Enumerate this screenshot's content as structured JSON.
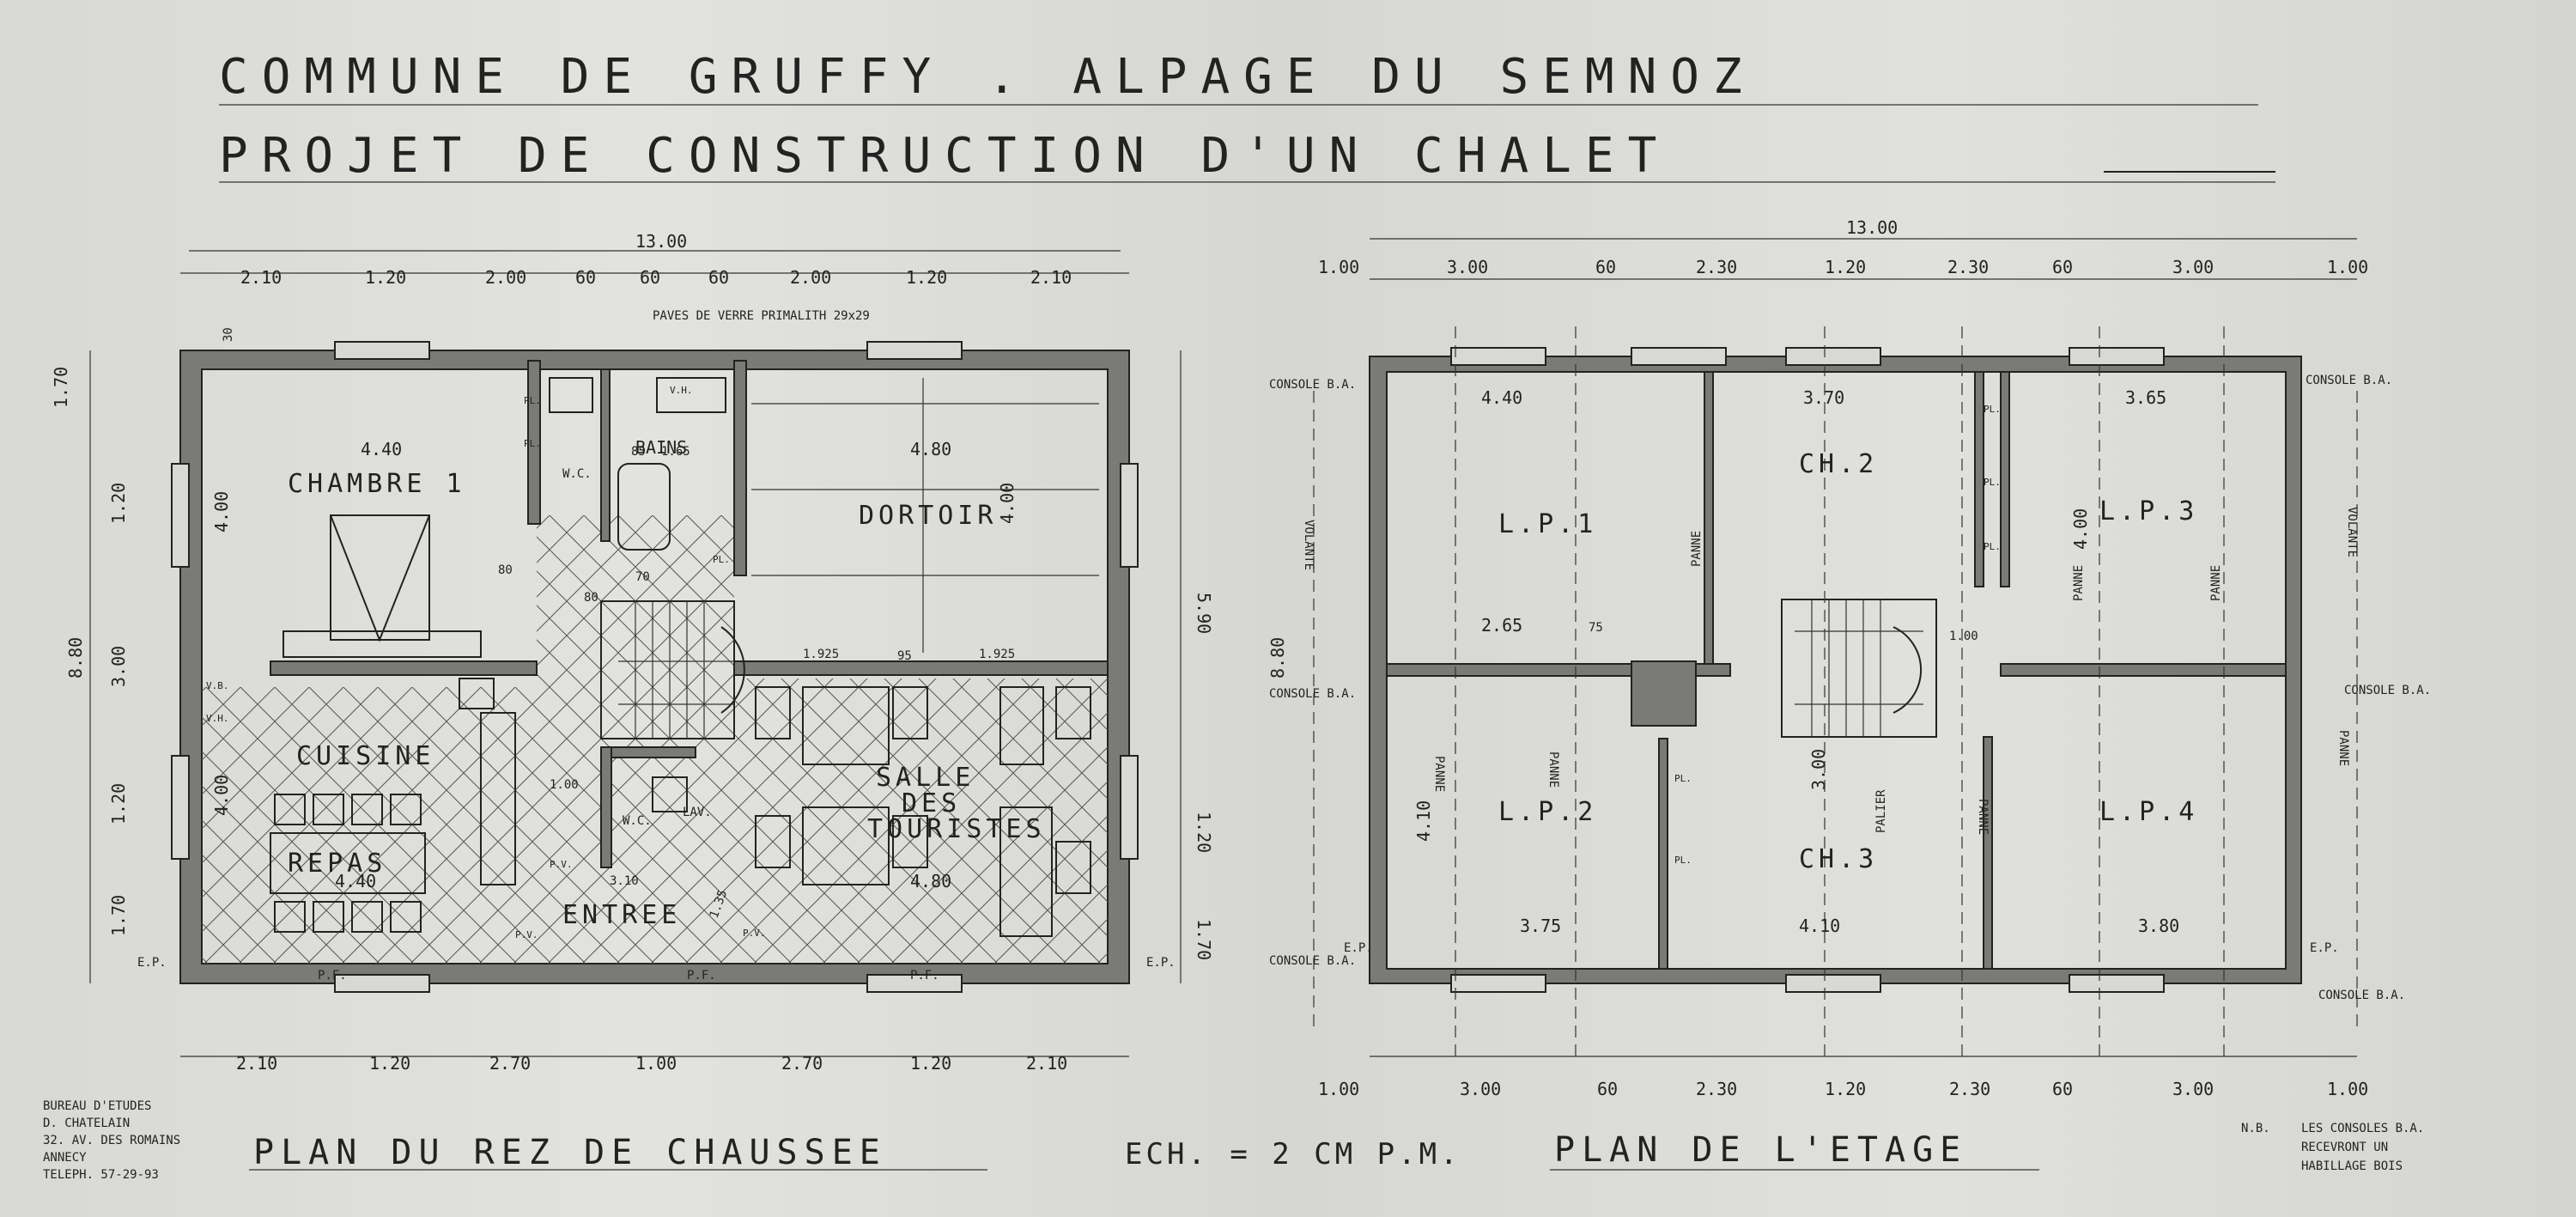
{
  "title": {
    "line1": "COMMUNE DE GRUFFY . ALPAGE DU SEMNOZ",
    "line2": "PROJET DE CONSTRUCTION D'UN CHALET"
  },
  "office": {
    "line1": "BUREAU D'ETUDES",
    "line2": "D. CHATELAIN",
    "line3": "32. AV. DES ROMAINS",
    "line4": "ANNECY",
    "line5": "TELEPH. 57-29-93"
  },
  "plans": {
    "ground": {
      "title": "PLAN DU REZ DE CHAUSSEE",
      "rooms": {
        "chambre": "CHAMBRE 1",
        "dortoir": "DORTOIR",
        "cuisine": "CUISINE",
        "repas": "REPAS",
        "salle1": "SALLE",
        "salle2": "DES",
        "salle3": "TOURISTES",
        "entree": "ENTREE",
        "bains": "BAINS",
        "wc1": "W.C.",
        "wc2": "W.C.",
        "lav": "LAV."
      },
      "glass_note": "PAVES DE VERRE PRIMALITH 29x29",
      "top_dims": [
        "2.10",
        "1.20",
        "2.00",
        "60",
        "60",
        "60",
        "2.00",
        "1.20",
        "2.10"
      ],
      "bottom_dims": [
        "2.10",
        "1.20",
        "2.70",
        "1.00",
        "2.70",
        "1.20",
        "2.10"
      ],
      "total_top": "13.00",
      "left_dims": [
        "1.70",
        "1.20",
        "3.00",
        "1.20",
        "1.70"
      ],
      "left_total": "8.80",
      "right_dims": [
        "5.90",
        "1.20",
        "1.70"
      ],
      "inner": [
        "4.40",
        "4.80",
        "4.00",
        "4.00",
        "4.40",
        "4.80",
        "4.00",
        "1.65",
        "85",
        "80",
        "80",
        "70",
        "3.10",
        "1.00",
        "95",
        "1.925",
        "1.925",
        "1.35",
        "30"
      ],
      "marks": [
        "E.P.",
        "E.P.",
        "P.F.",
        "P.F.",
        "P.F.",
        "P.V.",
        "P.V.",
        "P.V.",
        "V.B.",
        "V.H.",
        "V.H.",
        "PL.",
        "PL.",
        "PL."
      ]
    },
    "upper": {
      "title": "PLAN DE L'ETAGE",
      "rooms": {
        "lp1": "L.P.1",
        "lp2": "L.P.2",
        "lp3": "L.P.3",
        "lp4": "L.P.4",
        "ch2": "CH.2",
        "ch3": "CH.3"
      },
      "top_dims": [
        "1.00",
        "3.00",
        "60",
        "2.30",
        "1.20",
        "2.30",
        "60",
        "3.00",
        "1.00"
      ],
      "bottom_dims": [
        "1.00",
        "3.00",
        "60",
        "2.30",
        "1.20",
        "2.30",
        "60",
        "3.00",
        "1.00"
      ],
      "total_top": "13.00",
      "inner": [
        "4.40",
        "3.70",
        "3.65",
        "3.75",
        "4.10",
        "3.80",
        "2.65",
        "75",
        "1.00",
        "3.00",
        "4.00",
        "4.10",
        "8.80"
      ],
      "consoles": [
        "CONSOLE B.A.",
        "CONSOLE B.A.",
        "CONSOLE B.A.",
        "CONSOLE B.A.",
        "CONSOLE B.A.",
        "CONSOLE B.A."
      ],
      "panne": "PANNE",
      "volante": "VOLANTE",
      "palier": "PALIER",
      "marks": [
        "E.P.",
        "E.P.",
        "PL.",
        "PL.",
        "PL.",
        "PL.",
        "PL."
      ]
    }
  },
  "scale": "ECH. = 2 CM P.M.",
  "note": {
    "prefix": "N.B.",
    "line1": "LES CONSOLES B.A.",
    "line2": "RECEVRONT UN",
    "line3": "HABILLAGE BOIS"
  }
}
